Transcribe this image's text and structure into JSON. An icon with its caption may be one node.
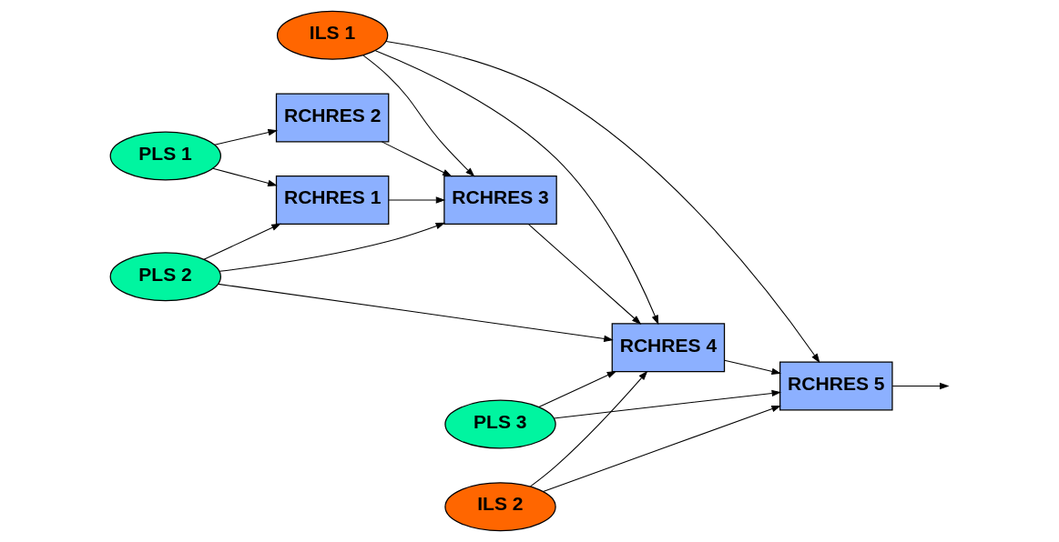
{
  "diagram": {
    "nodes": [
      {
        "text": [
          "RCHRES 1"
        ]
      },
      {
        "text": [
          "PLS 2"
        ]
      },
      {
        "text": [
          "ILS 1"
        ]
      },
      {
        "text": [
          "PLS 1"
        ]
      },
      {
        "text": [
          "RCHRES 3"
        ]
      },
      {
        "text": [
          "RCHRES 4"
        ]
      },
      {
        "text": [
          "RCHRES 5"
        ]
      },
      {
        "text": [
          "RCHRES 2"
        ]
      },
      {
        "text": [
          "PLS 3"
        ]
      },
      {
        "text": [
          "ILS 2"
        ]
      }
    ],
    "edges": [
      {
        "from": 1,
        "to": 0,
        "arrow": "to"
      },
      {
        "from": 3,
        "to": 0,
        "arrow": "to"
      },
      {
        "from": 3,
        "to": 7,
        "arrow": "to"
      },
      {
        "from": 0,
        "to": 4,
        "arrow": "to"
      },
      {
        "from": 7,
        "to": 4,
        "arrow": "to"
      },
      {
        "from": 1,
        "to": 4,
        "arrow": "to"
      },
      {
        "from": 1,
        "to": 5,
        "arrow": "to"
      },
      {
        "from": 2,
        "to": 4,
        "arrow": "to"
      },
      {
        "from": 2,
        "to": 5,
        "arrow": "to"
      },
      {
        "from": 2,
        "to": 6,
        "arrow": "to"
      },
      {
        "from": 4,
        "to": 5,
        "arrow": "to"
      },
      {
        "from": 5,
        "to": 6,
        "arrow": "to"
      },
      {
        "from": 6,
        "to": null,
        "arrow": "to"
      },
      {
        "from": 8,
        "to": 5,
        "arrow": "to"
      },
      {
        "from": 8,
        "to": 6,
        "arrow": "to"
      },
      {
        "from": 9,
        "to": 5,
        "arrow": "to"
      },
      {
        "from": 9,
        "to": 6,
        "arrow": "to"
      }
    ]
  }
}
